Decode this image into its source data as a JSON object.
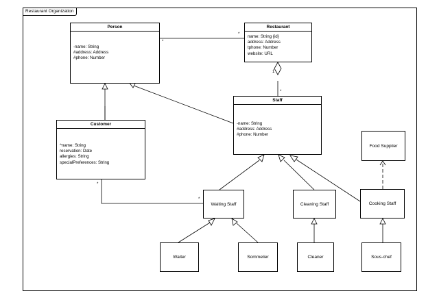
{
  "diagram": {
    "frame_title": "Restaurant Organization",
    "classes": {
      "person": {
        "name": "Person",
        "attributes": [
          "-name: String",
          "#address: Address",
          "#phone: Number"
        ]
      },
      "restaurant": {
        "name": "Restaurant",
        "attributes": [
          "name: String {id}",
          "address: Address",
          "tphone: Number",
          "website: URL"
        ]
      },
      "staff": {
        "name": "Staff",
        "attributes": [
          "-name: String",
          "#address: Address",
          "#phone: Number"
        ]
      },
      "customer": {
        "name": "Customer",
        "attributes": [
          "^name: String",
          "reservation: Date",
          "allergies: String",
          "specialPreferences: String"
        ]
      }
    },
    "nodes": {
      "food_supplier": "Food Supplier",
      "waiting_staff": "Waiting Staff",
      "cleaning_staff": "Cleaning Staff",
      "cooking_staff": "Cooking Staff",
      "waiter": "Waiter",
      "sommelier": "Sommelier",
      "cleaner": "Cleaner",
      "sous_chef": "Sous-chef"
    },
    "multiplicities": {
      "person_restaurant_person_end": "*",
      "person_restaurant_restaurant_end": "*",
      "restaurant_staff_restaurant_end": "1",
      "restaurant_staff_staff_end": "*",
      "customer_waiting_customer_end": "*",
      "customer_waiting_waiting_end": "*"
    },
    "colors": {
      "line": "#000000",
      "background": "#ffffff"
    }
  }
}
